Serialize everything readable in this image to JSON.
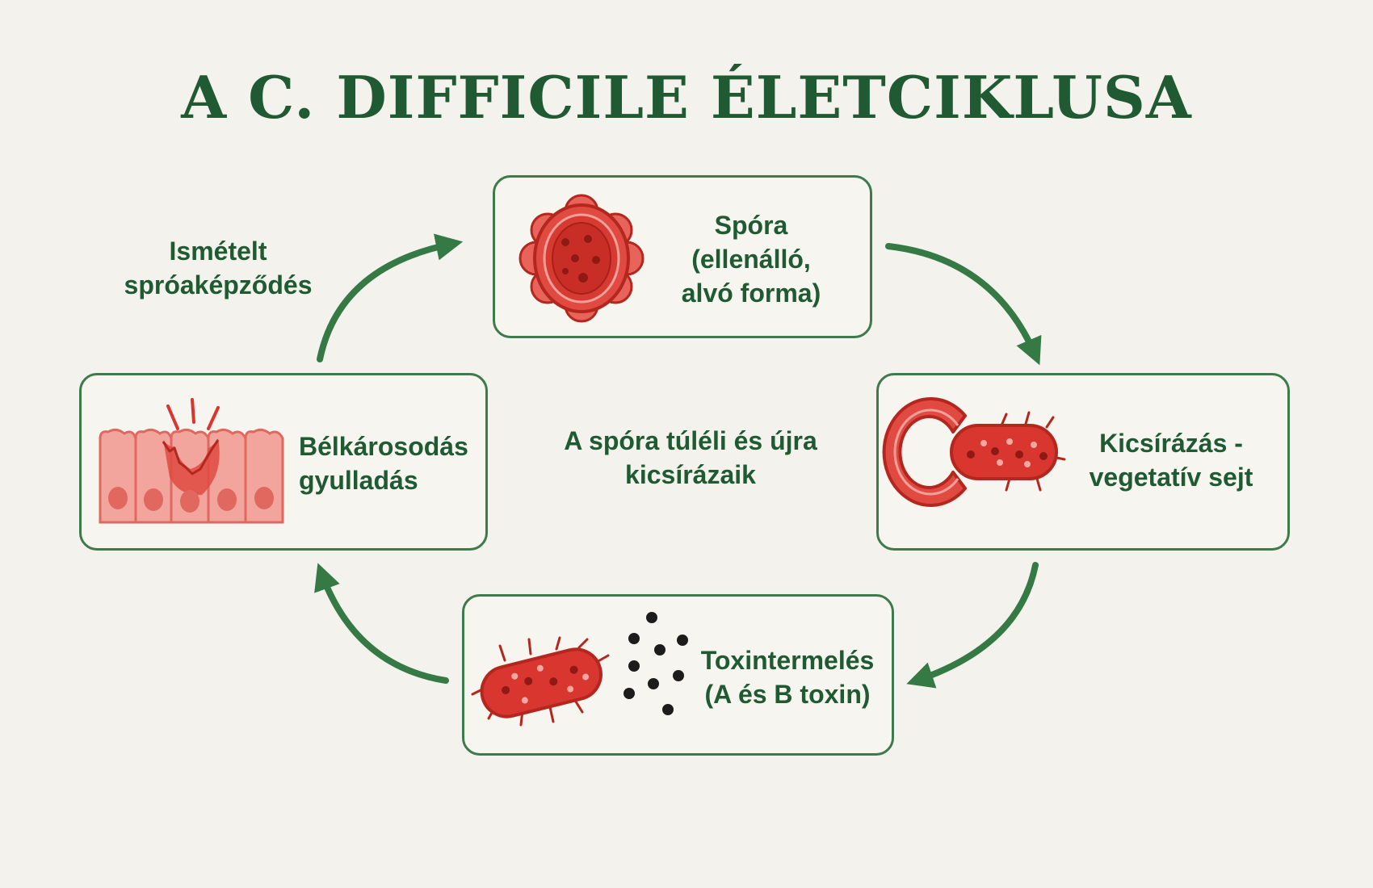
{
  "title": "A C. DIFFICILE ÉLETCIKLUSA",
  "center_text": "A spóra túléli és újra\nkicsírázaik",
  "stages": {
    "spore": "Spóra\n(ellenálló,\nalvó forma)",
    "germination": "Kicsírázás -\nvegetatív sejt",
    "toxin": "Toxintermelés\n(A és B toxin)",
    "damage": "Bélkárosodás\ngyulladás"
  },
  "arrow_label": "Ismételt\nspróaképződés",
  "colors": {
    "primary_green": "#1f5a32",
    "arrow_green": "#357a45",
    "bacteria_red": "#d23a33",
    "background": "#f4f2ec"
  },
  "icons": [
    "spore-icon",
    "germinating-spore-icon",
    "bacterium-icon",
    "toxin-particles-icon",
    "damaged-epithelium-icon"
  ]
}
